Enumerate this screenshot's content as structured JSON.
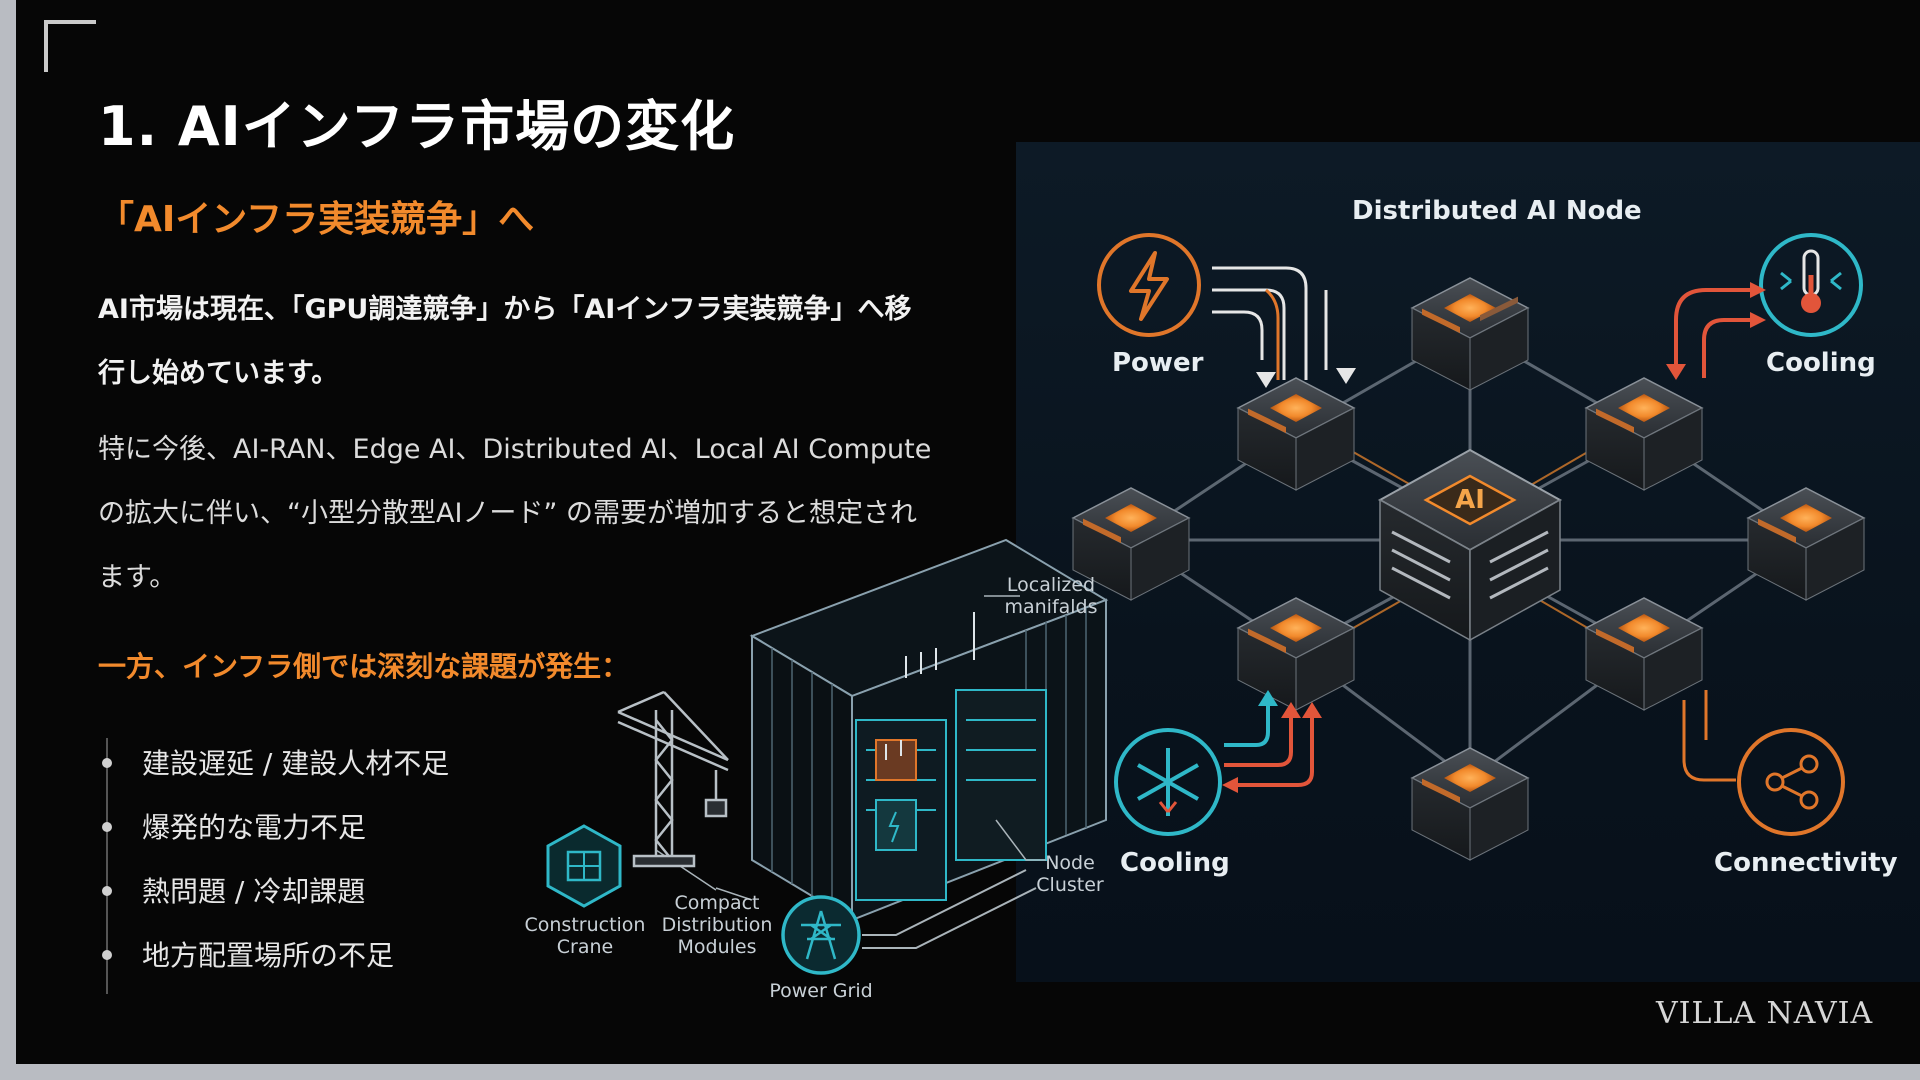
{
  "slide": {
    "title": "1. AIインフラ市場の変化",
    "subtitle": "「AIインフラ実装競争」へ",
    "paragraph1": "AI市場は現在、「GPU調達競争」から「AIインフラ実装競争」へ移行し始めています。",
    "paragraph2": "特に今後、AI-RAN、Edge AI、Distributed AI、Local AI Compute の拡大に伴い、“小型分散型AIノード” の需要が増加すると想定されます。",
    "issues_heading": "一方、インフラ側では深刻な課題が発生：",
    "issues": [
      "建設遅延 / 建設人材不足",
      "爆発的な電力不足",
      "熱問題 / 冷却課題",
      "地方配置場所の不足"
    ],
    "watermark": "VILLA NAVIA"
  },
  "diagram": {
    "title": "Distributed AI Node",
    "labels": {
      "power": "Power",
      "cooling_top": "Cooling",
      "cooling_bottom": "Cooling",
      "connectivity": "Connectivity",
      "localized_manifolds": "Localized\nmanifalds",
      "node_cluster": "Node\nCluster",
      "construction_crane": "Construction\nCrane",
      "compact_modules": "Compact\nDistribution\nModules",
      "power_grid": "Power Grid"
    },
    "center_chip_text": "AI",
    "icons": [
      "lightning-icon",
      "thermometer-icon",
      "snowflake-icon",
      "share-network-icon",
      "crane-icon",
      "power-tower-icon",
      "construction-block-icon"
    ],
    "colors": {
      "accent": "#f28a2c",
      "cyan": "#2fb8c8",
      "red_arrow": "#e2553a",
      "panel": "#0b1722"
    }
  }
}
